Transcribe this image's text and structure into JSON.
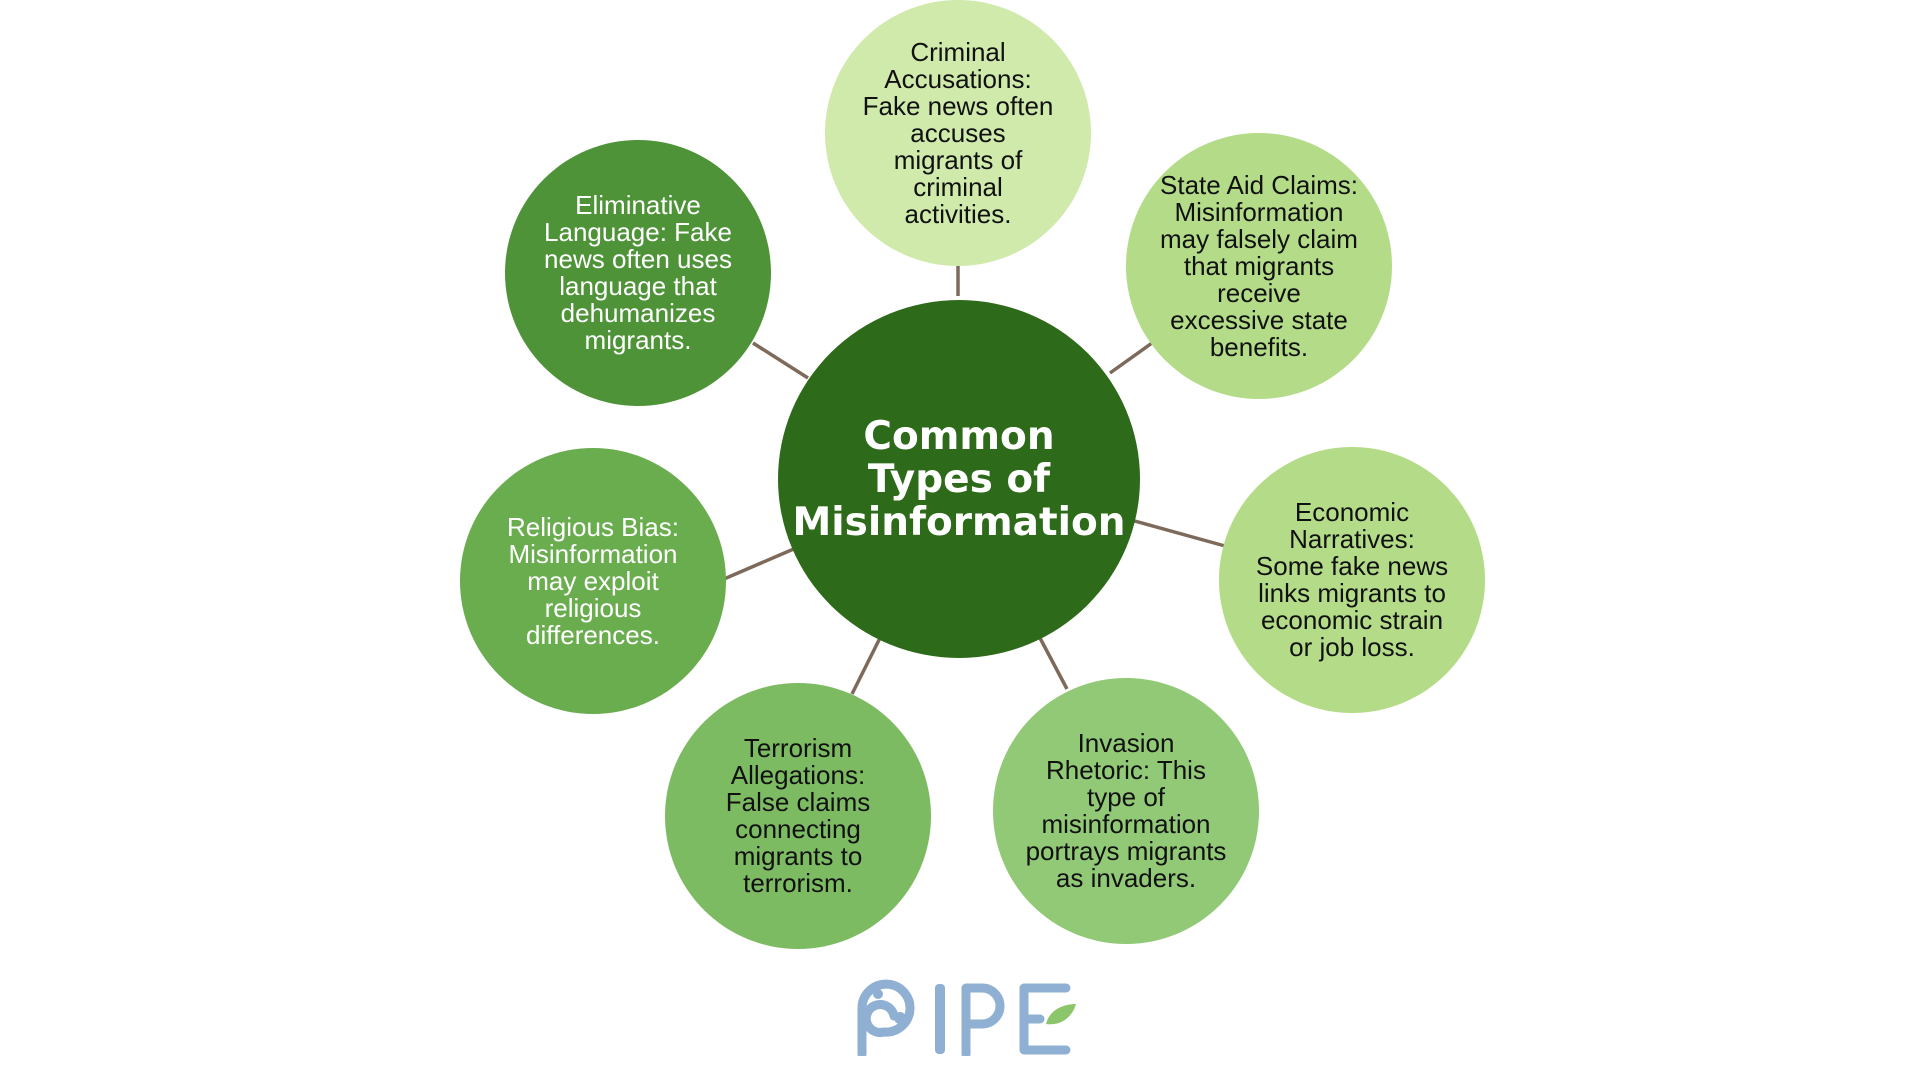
{
  "diagram": {
    "center": {
      "label": "Common\nTypes of\nMisinformation",
      "color": "#2d6a19"
    },
    "nodes": [
      {
        "id": "criminal-accusations",
        "label": "Criminal\nAccusations:\nFake news often\naccuses\nmigrants of\ncriminal\nactivities.",
        "color": "#cfeaab",
        "text_color": "#111111"
      },
      {
        "id": "state-aid-claims",
        "label": "State Aid Claims:\nMisinformation\nmay falsely claim\nthat migrants\nreceive\nexcessive state\nbenefits.",
        "color": "#b4dc88",
        "text_color": "#111111"
      },
      {
        "id": "economic-narratives",
        "label": "Economic\nNarratives:\nSome fake news\nlinks migrants to\neconomic strain\nor job loss.",
        "color": "#b4dc88",
        "text_color": "#111111"
      },
      {
        "id": "invasion-rhetoric",
        "label": "Invasion\nRhetoric: This\ntype of\nmisinformation\nportrays migrants\nas invaders.",
        "color": "#92c976",
        "text_color": "#111111"
      },
      {
        "id": "terrorism-allegations",
        "label": "Terrorism\nAllegations:\nFalse claims\nconnecting\nmigrants to\nterrorism.",
        "color": "#7dbb63",
        "text_color": "#111111"
      },
      {
        "id": "religious-bias",
        "label": "Religious Bias:\nMisinformation\nmay exploit\nreligious\ndifferences.",
        "color": "#6aad4f",
        "text_color": "#ffffff"
      },
      {
        "id": "eliminative-language",
        "label": "Eliminative\nLanguage: Fake\nnews often uses\nlanguage that\ndehumanizes\nmigrants.",
        "color": "#4e9338",
        "text_color": "#ffffff"
      }
    ],
    "connector_color": "#7d6a5a"
  },
  "logo": {
    "text": "PIPE",
    "color": "#8fb0d3",
    "leaf_color": "#8cc66a"
  }
}
